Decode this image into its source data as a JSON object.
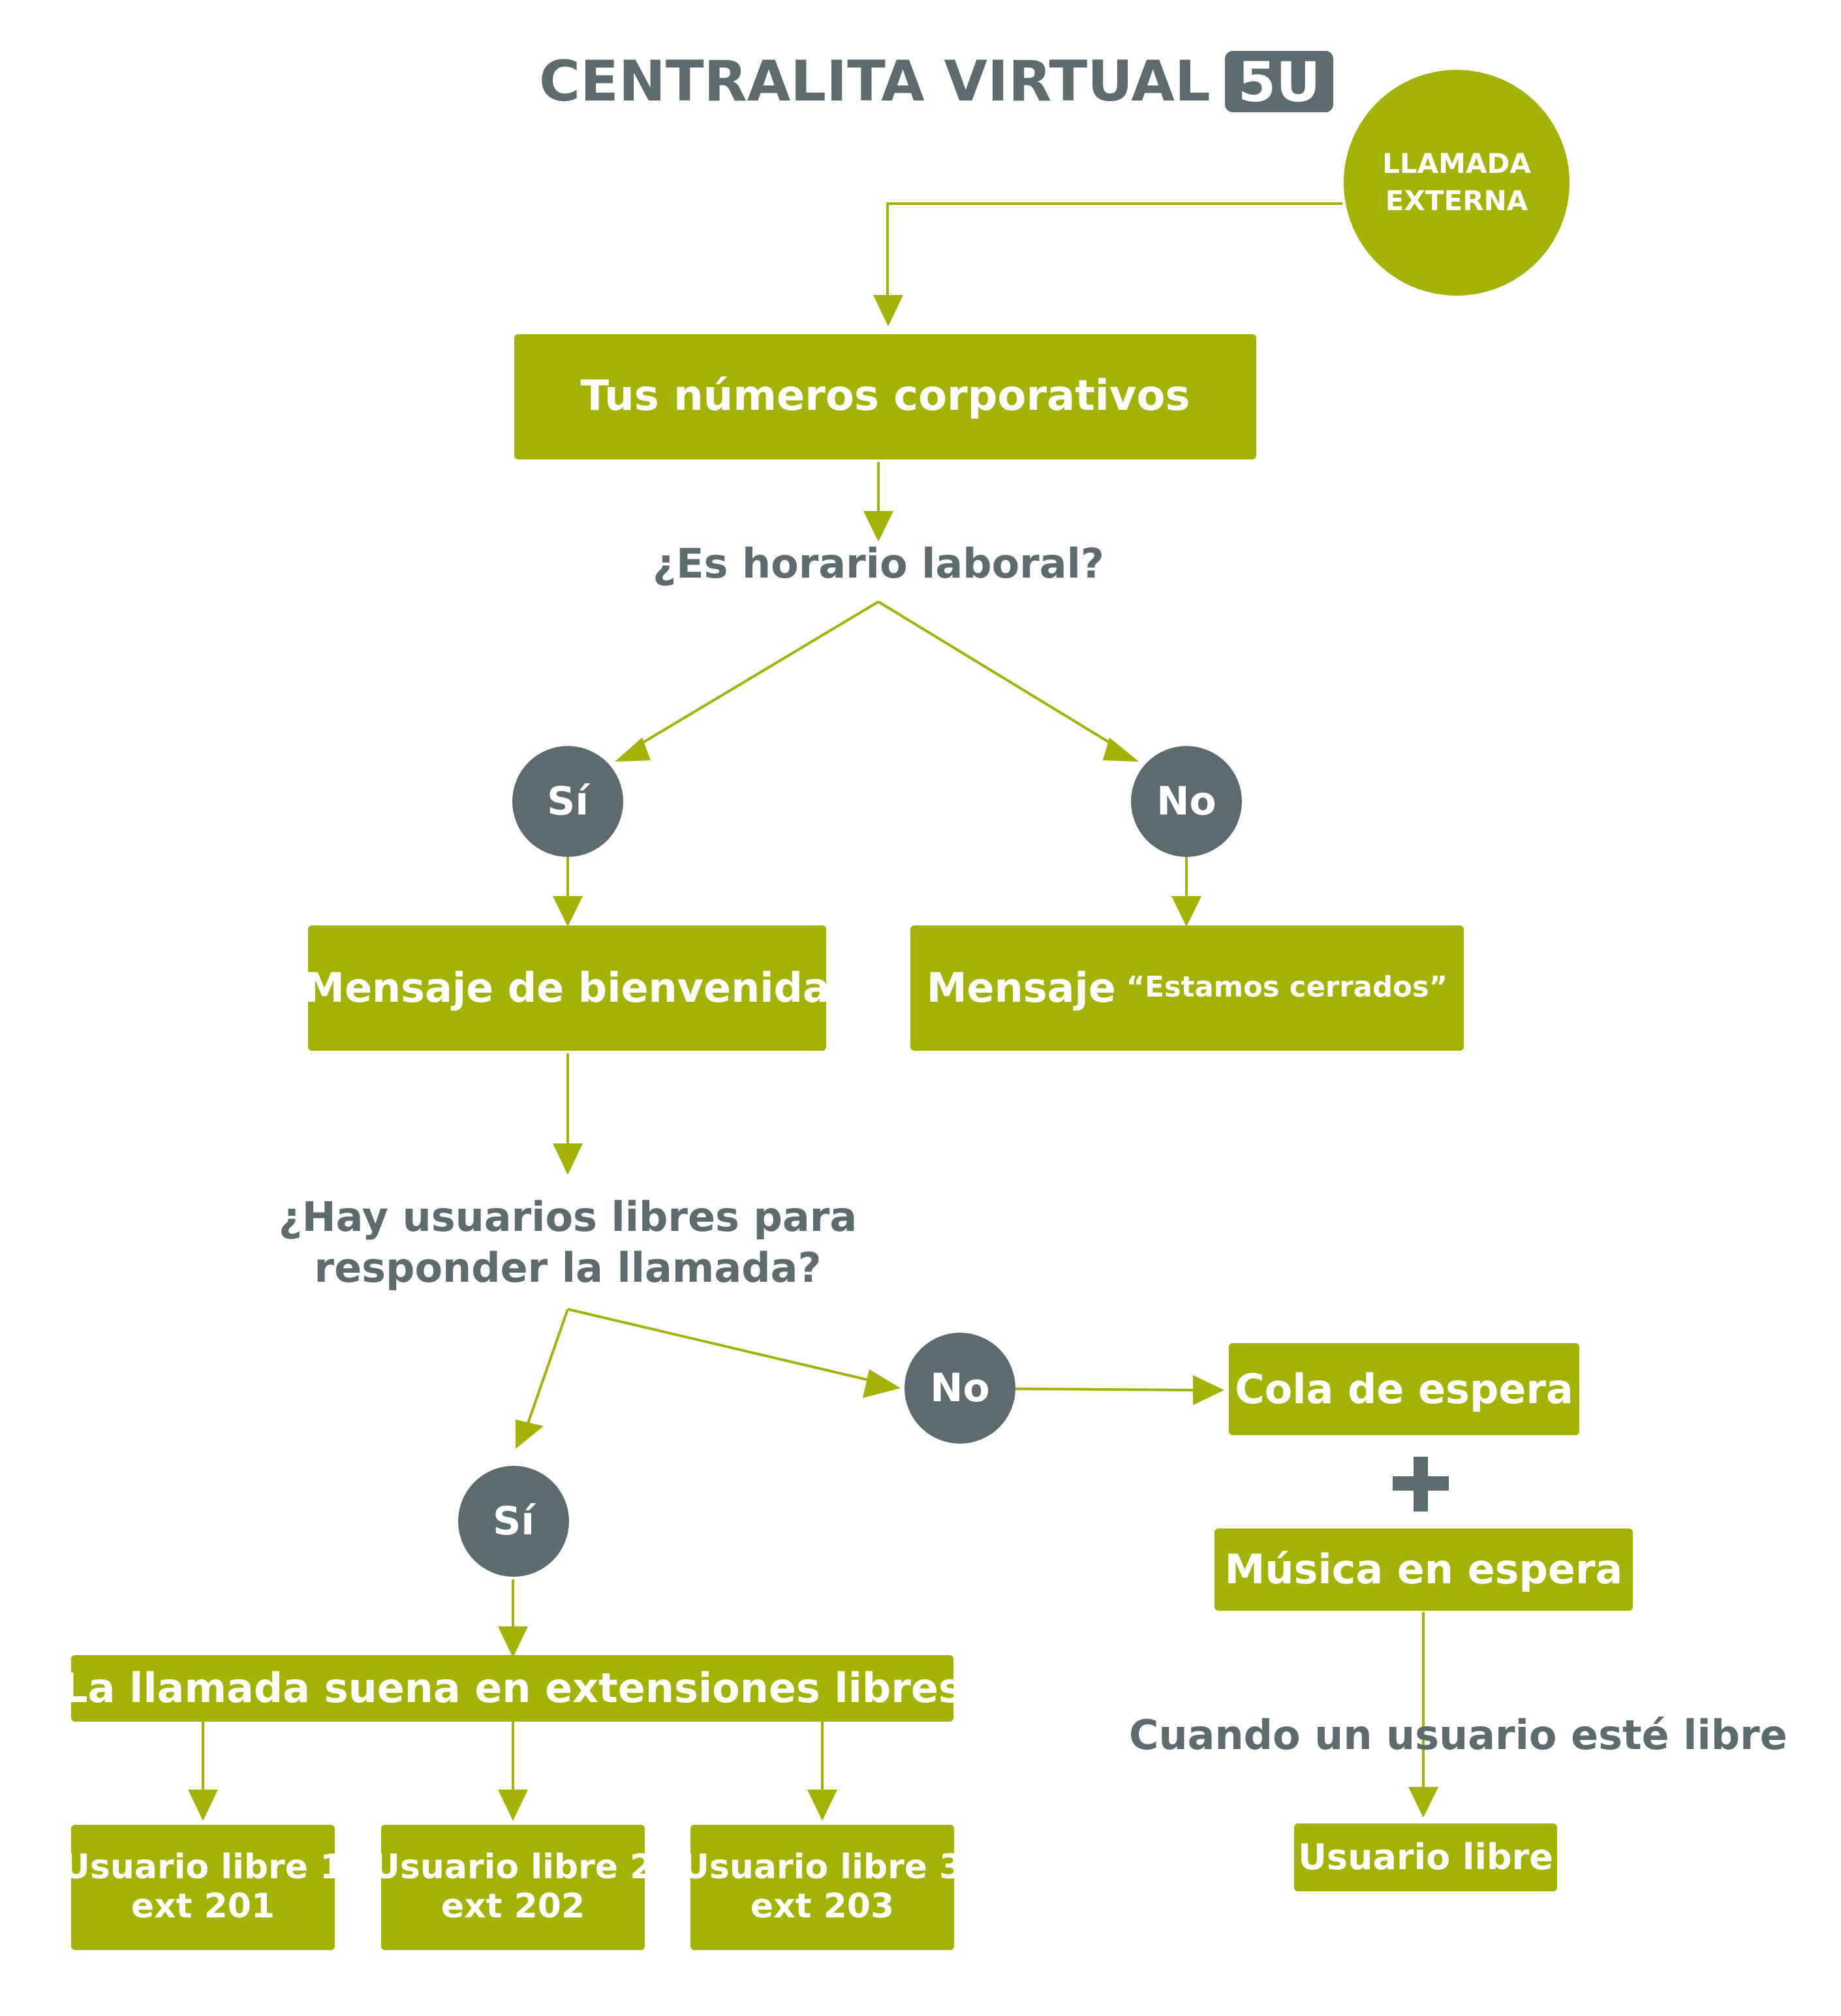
{
  "title": {
    "text": "CENTRALITA VIRTUAL",
    "badge": "5U"
  },
  "nodes": {
    "external_call": "LLAMADA EXTERNA",
    "corporate_numbers": "Tus números corporativos",
    "q_business_hours": "¿Es horario laboral?",
    "yes_1": "Sí",
    "no_1": "No",
    "welcome_message": "Mensaje de bienvenida",
    "closed_message_prefix": "Mensaje",
    "closed_message_quote": "“Estamos cerrados”",
    "q_free_users": "¿Hay usuarios libres para responder la llamada?",
    "no_2": "No",
    "waiting_queue": "Cola de espera",
    "hold_music": "Música en espera",
    "yes_2": "Sí",
    "rings_free_extensions": "La llamada suena en extensiones libres",
    "when_user_free": "Cuando un usuario esté libre",
    "free_user": "Usuario libre",
    "users": [
      {
        "name": "Usuario libre 1",
        "ext": "ext 201"
      },
      {
        "name": "Usuario libre 2",
        "ext": "ext 202"
      },
      {
        "name": "Usuario libre 3",
        "ext": "ext 203"
      }
    ]
  },
  "colors": {
    "green": "#a3b204",
    "grey": "#5c6b6d",
    "text_on_fill": "#ffffff"
  }
}
